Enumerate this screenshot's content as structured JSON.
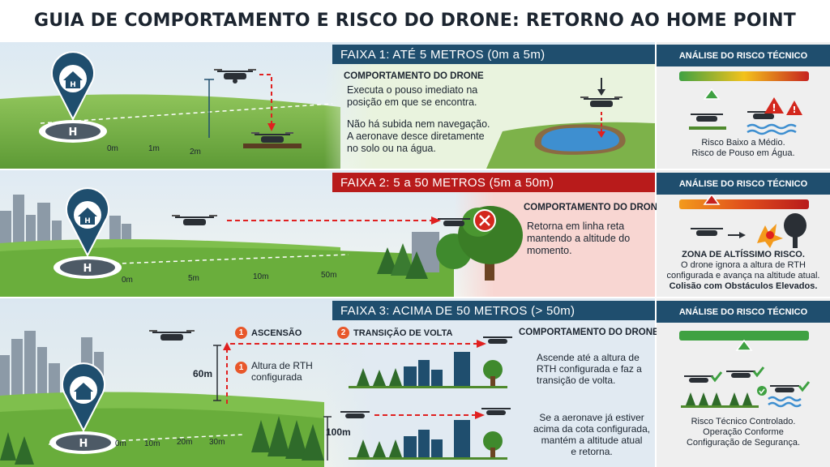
{
  "title": "GUIA DE COMPORTAMENTO E RISCO DO DRONE: RETORNO AO HOME POINT",
  "colors": {
    "band_blue": "#1f4e6e",
    "band_red": "#b81b1b",
    "risk_green": "#3fa142",
    "risk_orange": "#f39a1c",
    "risk_red": "#c6221f",
    "path_red": "#e02020"
  },
  "panel_header": "ANÁLISE DO RISCO TÉCNICO",
  "bands": [
    {
      "band_label": "FAIXA 1: ATÉ 5 METROS (0m a 5m)",
      "behavior_title": "COMPORTAMENTO DO DRONE",
      "behavior_lines": [
        "Executa o pouso imediato na",
        "posição em que se encontra."
      ],
      "behavior_lines2": [
        "Não há subida nem navegação.",
        "A aeronave desce diretamente",
        "no solo ou na água."
      ],
      "distance_ticks": [
        "0m",
        "1m",
        "2m"
      ],
      "risk_level": 0.25,
      "risk_lines": [
        "Risco Baixo a Médio.",
        "Risco de Pouso em Água."
      ],
      "icons": [
        "home-icon",
        "drone-icon",
        "warning-icon",
        "water-icon"
      ]
    },
    {
      "band_label": "FAIXA 2: 5 a 50 METROS (5m a 50m)",
      "behavior_title": "COMPORTAMENTO DO DRONE",
      "behavior_lines": [
        "Retorna em linha reta",
        "mantendo a altitude do",
        "momento."
      ],
      "distance_ticks": [
        "0m",
        "5m",
        "10m",
        "50m"
      ],
      "risk_level": 0.25,
      "risk_lines_bold": "ZONA DE ALTÍSSIMO RISCO.",
      "risk_lines": [
        "O drone ignora a altura de RTH",
        "configurada e avança na altitude atual."
      ],
      "risk_lines_bold2": "Colisão com Obstáculos Elevados.",
      "icons": [
        "home-icon",
        "drone-icon",
        "collision-icon",
        "tree-icon"
      ]
    },
    {
      "band_label": "FAIXA 3: ACIMA DE 50 METROS (> 50m)",
      "behavior_title": "COMPORTAMENTO DO DRONE",
      "step1": "ASCENSÃO",
      "step2": "TRANSIÇÃO DE VOLTA",
      "step1_num": "1",
      "step2_num": "2",
      "rth_label_lines": [
        "Altura de RTH",
        "configurada"
      ],
      "height_60": "60m",
      "height_100": "100m",
      "behavior_lines": [
        "Ascende até a altura de",
        "RTH configurada e faz a",
        "transição de volta."
      ],
      "behavior_lines2": [
        "Se a aeronave já estiver",
        "acima da cota configurada,",
        "mantém a altitude atual",
        "e retorna."
      ],
      "distance_ticks": [
        "0m",
        "10m",
        "20m",
        "30m"
      ],
      "risk_level": 0.5,
      "risk_lines": [
        "Risco Técnico Controlado.",
        "Operação Conforme",
        "Configuração de Segurança."
      ],
      "icons": [
        "home-icon",
        "drone-icon",
        "check-icon",
        "building-icon"
      ]
    }
  ]
}
